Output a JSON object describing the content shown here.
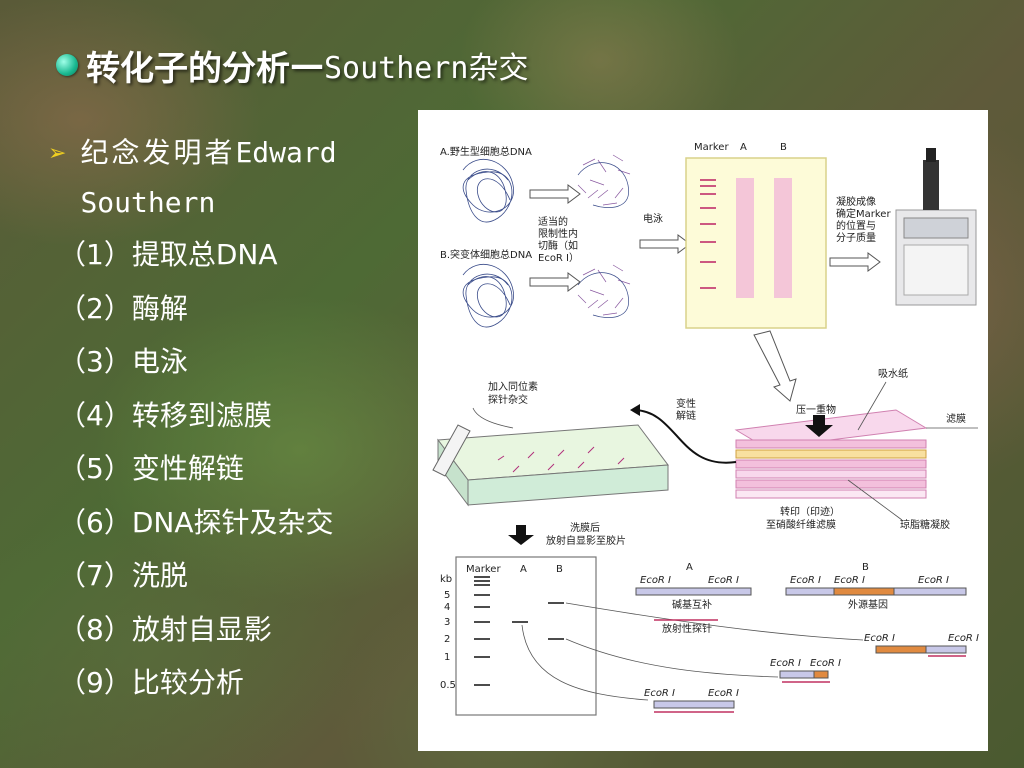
{
  "title": {
    "main": "转化子的分析",
    "dash": "—",
    "latin": "Southern杂交"
  },
  "intro": {
    "line1": "纪念发明者",
    "line1_latin": "Edward",
    "line2": "Southern"
  },
  "steps": [
    "（1）提取总DNA",
    "（2）酶解",
    "（3）电泳",
    "（4）转移到滤膜",
    "（5）变性解链",
    "（6）DNA探针及杂交",
    "（7）洗脱",
    "（8）放射自显影",
    "（9）比较分析"
  ],
  "figure": {
    "label_a": "A.野生型细胞总DNA",
    "label_b": "B.突变体细胞总DNA",
    "enzyme_note_1": "适当的",
    "enzyme_note_2": "限制性内",
    "enzyme_note_3": "切酶（如",
    "enzyme_note_4": "EcoR Ⅰ）",
    "electrophoresis": "电泳",
    "gel_marker": "Marker",
    "gel_a": "A",
    "gel_b": "B",
    "imaging_1": "凝胶成像",
    "imaging_2": "确定Marker",
    "imaging_3": "的位置与",
    "imaging_4": "分子质量",
    "absorbent_paper": "吸水纸",
    "weight": "压一重物",
    "membrane": "滤膜",
    "hybridize_1": "加入同位素",
    "hybridize_2": "探针杂交",
    "denature_1": "变性",
    "denature_2": "解链",
    "transfer_1": "转印（印迹）",
    "transfer_2": "至硝酸纤维滤膜",
    "agarose": "琼脂糖凝胶",
    "wash_1": "洗膜后",
    "wash_2": "放射自显影至胶片",
    "film_marker": "Marker",
    "film_a": "A",
    "film_b": "B",
    "kb": "kb",
    "kb_ticks": [
      "5",
      "4",
      "3",
      "2",
      "1",
      "0.5"
    ],
    "map_a": "A",
    "map_b": "B",
    "ecori": "EcoR Ⅰ",
    "complement": "碱基互补",
    "probe": "放射性探针",
    "foreign_gene": "外源基因"
  }
}
